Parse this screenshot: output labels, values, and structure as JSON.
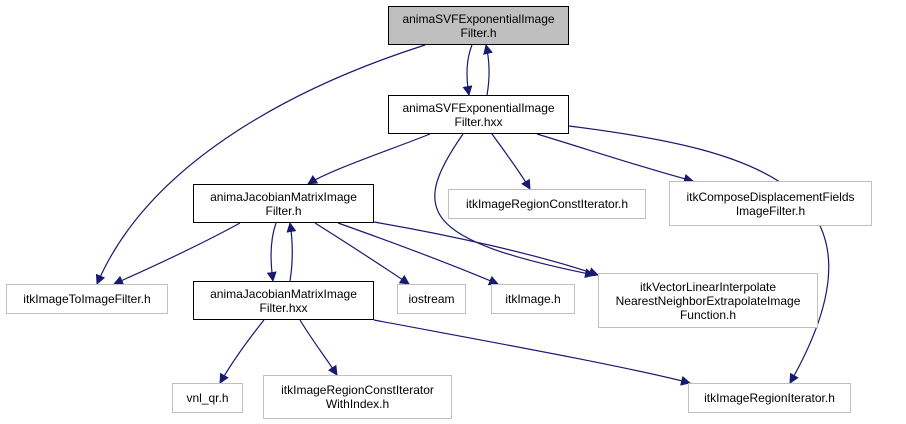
{
  "graph": {
    "edge_color": "#191970",
    "nodes": [
      {
        "id": "svf_h",
        "lines": [
          "animaSVFExponentialImage",
          "Filter.h"
        ],
        "kind": "root"
      },
      {
        "id": "svf_hxx",
        "lines": [
          "animaSVFExponentialImage",
          "Filter.hxx"
        ],
        "kind": "main"
      },
      {
        "id": "jac_h",
        "lines": [
          "animaJacobianMatrixImage",
          "Filter.h"
        ],
        "kind": "main"
      },
      {
        "id": "rci",
        "lines": [
          "itkImageRegionConstIterator.h"
        ],
        "kind": "ext"
      },
      {
        "id": "cdf",
        "lines": [
          "itkComposeDisplacementFields",
          "ImageFilter.h"
        ],
        "kind": "ext"
      },
      {
        "id": "itif",
        "lines": [
          "itkImageToImageFilter.h"
        ],
        "kind": "ext"
      },
      {
        "id": "jac_hxx",
        "lines": [
          "animaJacobianMatrixImage",
          "Filter.hxx"
        ],
        "kind": "main"
      },
      {
        "id": "iostream",
        "lines": [
          "iostream"
        ],
        "kind": "ext"
      },
      {
        "id": "itkimage",
        "lines": [
          "itkImage.h"
        ],
        "kind": "ext"
      },
      {
        "id": "vli",
        "lines": [
          "itkVectorLinearInterpolate",
          "NearestNeighborExtrapolateImage",
          "Function.h"
        ],
        "kind": "ext"
      },
      {
        "id": "vnl",
        "lines": [
          "vnl_qr.h"
        ],
        "kind": "ext"
      },
      {
        "id": "rciwi",
        "lines": [
          "itkImageRegionConstIterator",
          "WithIndex.h"
        ],
        "kind": "ext"
      },
      {
        "id": "rit",
        "lines": [
          "itkImageRegionIterator.h"
        ],
        "kind": "ext"
      }
    ],
    "edges": [
      {
        "from": "svf_h",
        "to": "svf_hxx"
      },
      {
        "from": "svf_hxx",
        "to": "svf_h"
      },
      {
        "from": "svf_h",
        "to": "itif"
      },
      {
        "from": "svf_hxx",
        "to": "jac_h"
      },
      {
        "from": "svf_hxx",
        "to": "rci"
      },
      {
        "from": "svf_hxx",
        "to": "cdf"
      },
      {
        "from": "svf_hxx",
        "to": "vli"
      },
      {
        "from": "svf_hxx",
        "to": "rit"
      },
      {
        "from": "jac_h",
        "to": "itif"
      },
      {
        "from": "jac_h",
        "to": "jac_hxx"
      },
      {
        "from": "jac_hxx",
        "to": "jac_h"
      },
      {
        "from": "jac_h",
        "to": "iostream"
      },
      {
        "from": "jac_h",
        "to": "itkimage"
      },
      {
        "from": "jac_h",
        "to": "vli"
      },
      {
        "from": "jac_hxx",
        "to": "vnl"
      },
      {
        "from": "jac_hxx",
        "to": "rciwi"
      },
      {
        "from": "jac_hxx",
        "to": "rit"
      }
    ]
  }
}
